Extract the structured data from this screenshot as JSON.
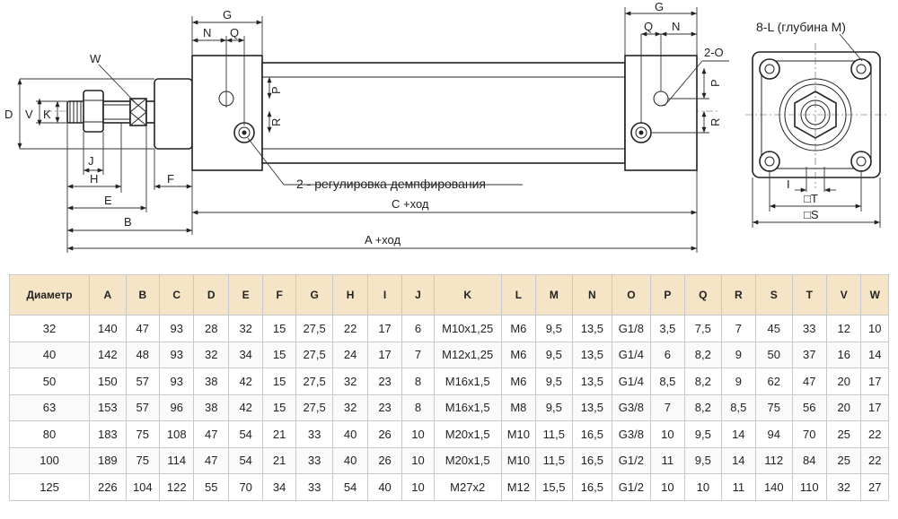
{
  "drawing": {
    "labels": {
      "G": "G",
      "N": "N",
      "Q": "Q",
      "W": "W",
      "D": "D",
      "V": "V",
      "K": "K",
      "J": "J",
      "H": "H",
      "E": "E",
      "F": "F",
      "B": "B",
      "P": "P",
      "R": "R",
      "O": "2-O",
      "L": "8-L (глубина M)",
      "I": "I",
      "T": "□T",
      "S": "□S",
      "C": "C +ход",
      "A": "A +ход"
    },
    "callout": "2 - регулировка демпфирования"
  },
  "table": {
    "headers": [
      "Диаметр",
      "A",
      "B",
      "C",
      "D",
      "E",
      "F",
      "G",
      "H",
      "I",
      "J",
      "K",
      "L",
      "M",
      "N",
      "O",
      "P",
      "Q",
      "R",
      "S",
      "T",
      "V",
      "W"
    ],
    "rows": [
      [
        "32",
        "140",
        "47",
        "93",
        "28",
        "32",
        "15",
        "27,5",
        "22",
        "17",
        "6",
        "M10x1,25",
        "M6",
        "9,5",
        "13,5",
        "G1/8",
        "3,5",
        "7,5",
        "7",
        "45",
        "33",
        "12",
        "10"
      ],
      [
        "40",
        "142",
        "48",
        "93",
        "32",
        "34",
        "15",
        "27,5",
        "24",
        "17",
        "7",
        "M12x1,25",
        "M6",
        "9,5",
        "13,5",
        "G1/4",
        "6",
        "8,2",
        "9",
        "50",
        "37",
        "16",
        "14"
      ],
      [
        "50",
        "150",
        "57",
        "93",
        "38",
        "42",
        "15",
        "27,5",
        "32",
        "23",
        "8",
        "M16x1,5",
        "M6",
        "9,5",
        "13,5",
        "G1/4",
        "8,5",
        "8,2",
        "9",
        "62",
        "47",
        "20",
        "17"
      ],
      [
        "63",
        "153",
        "57",
        "96",
        "38",
        "42",
        "15",
        "27,5",
        "32",
        "23",
        "8",
        "M16x1,5",
        "M8",
        "9,5",
        "13,5",
        "G3/8",
        "7",
        "8,2",
        "8,5",
        "75",
        "56",
        "20",
        "17"
      ],
      [
        "80",
        "183",
        "75",
        "108",
        "47",
        "54",
        "21",
        "33",
        "40",
        "26",
        "10",
        "M20x1,5",
        "M10",
        "11,5",
        "16,5",
        "G3/8",
        "10",
        "9,5",
        "14",
        "94",
        "70",
        "25",
        "22"
      ],
      [
        "100",
        "189",
        "75",
        "114",
        "47",
        "54",
        "21",
        "33",
        "40",
        "26",
        "10",
        "M20x1,5",
        "M10",
        "11,5",
        "16,5",
        "G1/2",
        "11",
        "9,5",
        "14",
        "112",
        "84",
        "25",
        "22"
      ],
      [
        "125",
        "226",
        "104",
        "122",
        "55",
        "70",
        "34",
        "33",
        "54",
        "40",
        "10",
        "M27x2",
        "M12",
        "15,5",
        "16,5",
        "G1/2",
        "10",
        "10",
        "11",
        "140",
        "110",
        "32",
        "27"
      ]
    ]
  }
}
